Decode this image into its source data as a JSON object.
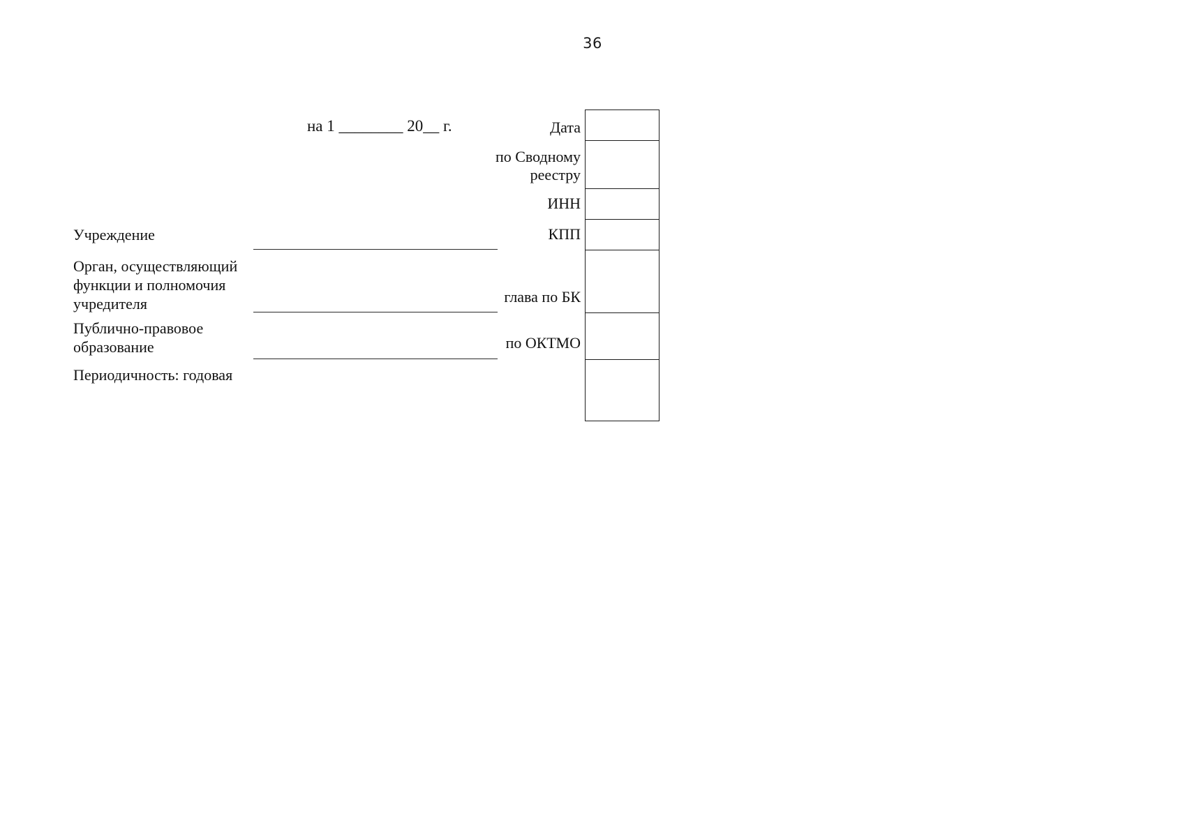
{
  "document": {
    "page_number": "36",
    "date_line": "на 1 ________ 20__ г."
  },
  "left_fields": [
    {
      "name": "uchrezhdenie",
      "label": "Учреждение"
    },
    {
      "name": "organ",
      "label": "Орган, осуществляющий функции и полномочия учредителя"
    },
    {
      "name": "publichno",
      "label": "Публично-правовое образование"
    },
    {
      "name": "periodichnost",
      "label": "Периодичность: годовая"
    }
  ],
  "right_labels": [
    {
      "name": "data",
      "label": "Дата"
    },
    {
      "name": "svodnyy-reestr",
      "label": "по Сводному\nреестру"
    },
    {
      "name": "inn",
      "label": "ИНН"
    },
    {
      "name": "kpp",
      "label": "КПП"
    },
    {
      "name": "glava-po-bk",
      "label": "глава по БК"
    },
    {
      "name": "po-oktmo",
      "label": "по ОКТМО"
    }
  ],
  "code_box": {
    "cells": [
      {
        "name": "code-cell-data",
        "height": 44,
        "value": ""
      },
      {
        "name": "code-cell-svod",
        "height": 69,
        "value": ""
      },
      {
        "name": "code-cell-inn",
        "height": 44,
        "value": ""
      },
      {
        "name": "code-cell-kpp",
        "height": 44,
        "value": ""
      },
      {
        "name": "code-cell-glava",
        "height": 90,
        "value": ""
      },
      {
        "name": "code-cell-oktmo",
        "height": 67,
        "value": ""
      },
      {
        "name": "code-cell-extra",
        "height": 87,
        "value": ""
      }
    ]
  }
}
